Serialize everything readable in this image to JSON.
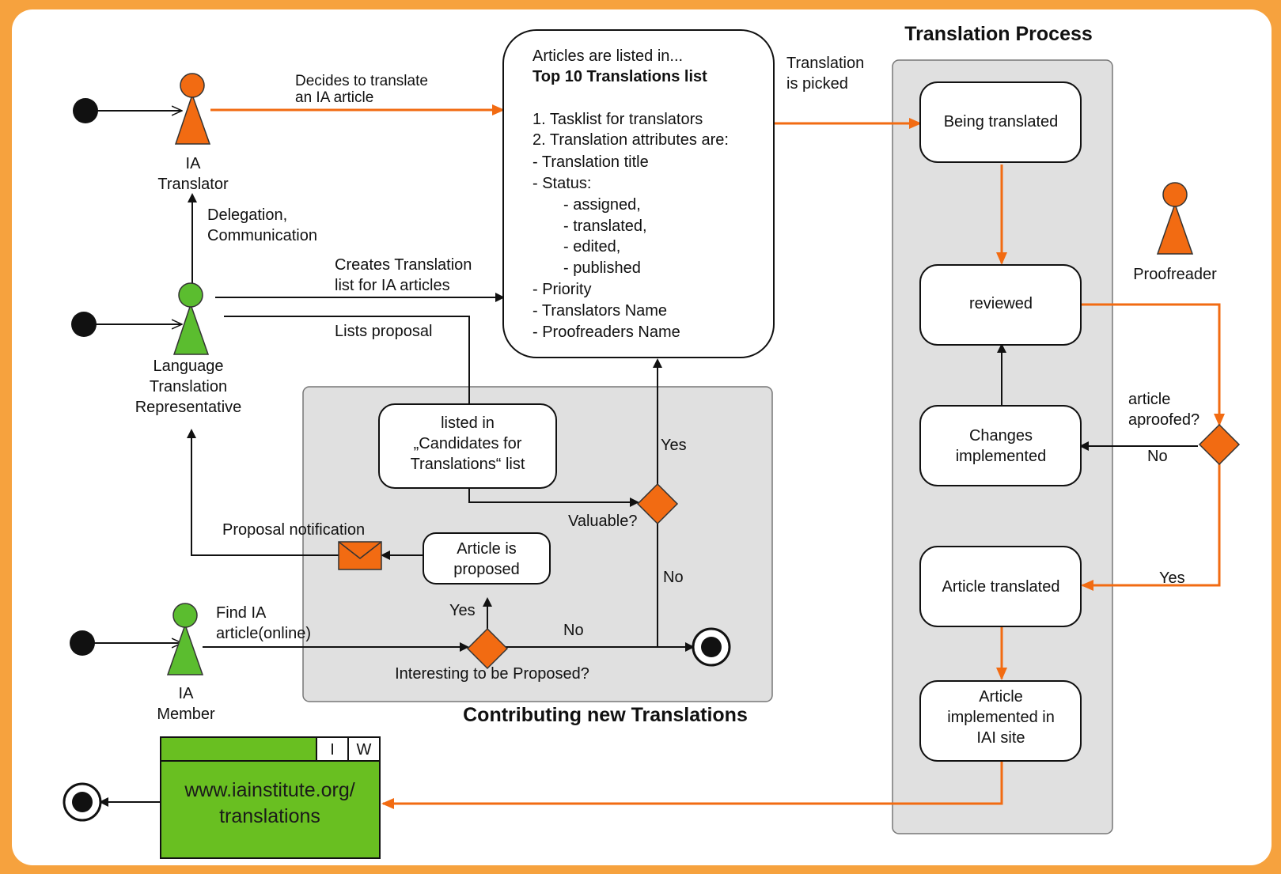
{
  "diagram": {
    "actors": {
      "translator": {
        "lines": [
          "IA",
          "Translator"
        ],
        "color": "#f26b12"
      },
      "representative": {
        "lines": [
          "Language",
          "Translation",
          "Representative"
        ],
        "color": "#5bbd2f"
      },
      "member": {
        "lines": [
          "IA",
          "Member"
        ],
        "color": "#5bbd2f"
      },
      "proofreader": {
        "lines": [
          "Proofreader"
        ],
        "color": "#f26b12"
      }
    },
    "labels": {
      "decides": [
        "Decides to translate",
        "an IA article"
      ],
      "delegation": [
        "Delegation,",
        "Communication"
      ],
      "creates": [
        "Creates Translation",
        "list for IA articles"
      ],
      "lists_proposal": "Lists proposal",
      "proposal_notification": "Proposal notification",
      "find": [
        "Find IA",
        "article(online)"
      ],
      "picked": [
        "Translation",
        "is picked"
      ],
      "aproofed": [
        "article",
        "aproofed?"
      ],
      "yes1": "Yes",
      "yes2": "Yes",
      "yes3": "Yes",
      "no1": "No",
      "no2": "No",
      "no3": "No",
      "valuable": "Valuable?",
      "interesting": "Interesting to be Proposed?"
    },
    "articles_box": {
      "line1": "Articles are listed in...",
      "line2": "Top 10 Translations list",
      "items": [
        "1. Tasklist for translators",
        "2. Translation attributes are:",
        "- Translation title",
        "- Status:",
        "- assigned,",
        "- translated,",
        "- edited,",
        "- published",
        "- Priority",
        "- Translators Name",
        "- Proofreaders Name"
      ]
    },
    "contributing": {
      "title": "Contributing new Translations",
      "candidates": [
        "listed in",
        "„Candidates for",
        "Translations“ list"
      ],
      "proposed": [
        "Article is",
        "proposed"
      ]
    },
    "process": {
      "title": "Translation Process",
      "states": {
        "being": [
          "Being translated"
        ],
        "reviewed": [
          "reviewed"
        ],
        "changes": [
          "Changes",
          "implemented"
        ],
        "translated": [
          "Article translated"
        ],
        "implemented": [
          "Article",
          "implemented in",
          "IAI site"
        ]
      }
    },
    "website": {
      "tab1": "I",
      "tab2": "W",
      "lines": [
        "www.iainstitute.org/",
        "translations"
      ],
      "color": "#69bf21"
    },
    "colors": {
      "orange": "#f26b12",
      "green": "#5bbd2f",
      "panel": "#e0e0e0",
      "frame": "#f6a23e"
    }
  }
}
